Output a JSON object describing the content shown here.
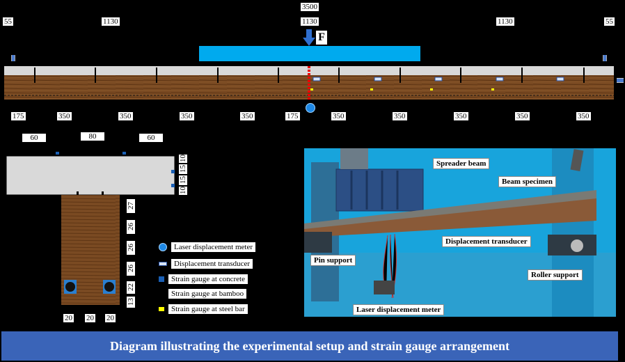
{
  "top_dims": {
    "total": "3500",
    "left_end": "55",
    "right_end": "55",
    "span_left": "1130",
    "span_mid": "1130",
    "span_right": "1130"
  },
  "load": {
    "label": "F"
  },
  "bottom_dims": [
    "175",
    "350",
    "350",
    "350",
    "350",
    "175",
    "350",
    "350",
    "350",
    "350",
    "350"
  ],
  "section": {
    "top_dims": [
      "60",
      "80",
      "60"
    ],
    "right_dims_top": [
      "10",
      "15",
      "15",
      "10"
    ],
    "right_dims_web": [
      "27",
      "26",
      "26",
      "26",
      "22",
      "13"
    ],
    "bottom_dims": [
      "20",
      "20",
      "20"
    ]
  },
  "legend": [
    {
      "icon": "laser-icon",
      "text": "Laser displacement meter"
    },
    {
      "icon": "transducer-icon",
      "text": "Displacement transducer"
    },
    {
      "icon": "concrete-gauge-icon",
      "text": "Strain gauge at concrete"
    },
    {
      "icon": "bamboo-gauge-icon",
      "text": "Strain gauge at bamboo"
    },
    {
      "icon": "steel-gauge-icon",
      "text": "Strain gauge at steel bar"
    }
  ],
  "photo_labels": {
    "spreader": "Spreader beam",
    "beam": "Beam specimen",
    "transducer": "Displacement transducer",
    "pin": "Pin support",
    "roller": "Roller support",
    "laser": "Laser displacement meter"
  },
  "caption": "Diagram illustrating the experimental setup and strain gauge arrangement",
  "colors": {
    "spreader": "#00aaee",
    "concrete": "#d9d9d9",
    "bamboo": "#7a4a22",
    "gauge_blue": "#1a5fb4",
    "steel": "#ffff00",
    "caption_bg": "#3a64b8"
  }
}
